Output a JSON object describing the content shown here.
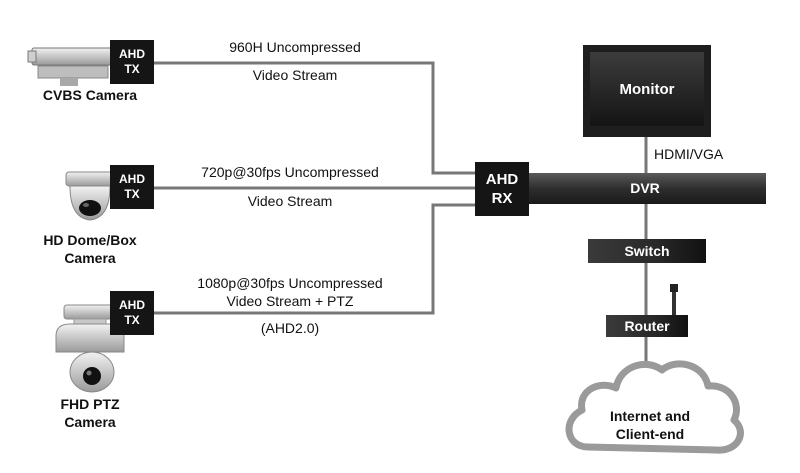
{
  "links": {
    "cvbs_line1": "960H Uncompressed",
    "cvbs_line2": "Video Stream",
    "hd_line1": "720p@30fps Uncompressed",
    "hd_line2": "Video Stream",
    "fhd_line1": "1080p@30fps Uncompressed",
    "fhd_line2": "Video Stream + PTZ",
    "fhd_line3": "(AHD2.0)"
  },
  "tx": {
    "line1": "AHD",
    "line2": "TX"
  },
  "rx": {
    "line1": "AHD",
    "line2": "RX"
  },
  "cameras": {
    "cvbs": "CVBS Camera",
    "hd_line1": "HD Dome/Box",
    "hd_line2": "Camera",
    "fhd_line1": "FHD PTZ",
    "fhd_line2": "Camera"
  },
  "devices": {
    "monitor": "Monitor",
    "hdmi": "HDMI/VGA",
    "dvr": "DVR",
    "switch": "Switch",
    "router": "Router",
    "cloud_line1": "Internet and",
    "cloud_line2": "Client-end"
  },
  "colors": {
    "line": "#777777",
    "box": "#151515"
  }
}
